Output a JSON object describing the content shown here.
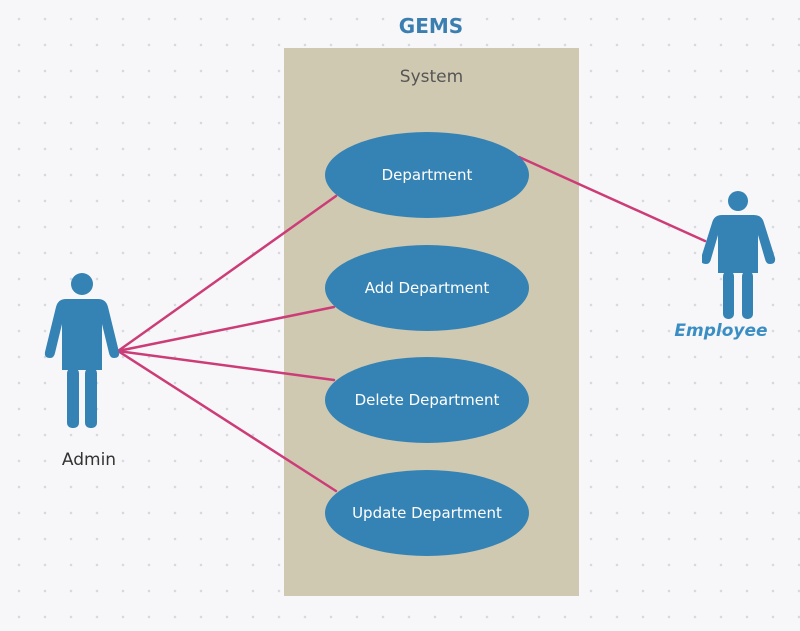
{
  "diagram": {
    "title": "GEMS",
    "system_label": "System",
    "use_cases": [
      {
        "label": "Department"
      },
      {
        "label": "Add Department"
      },
      {
        "label": "Delete Department"
      },
      {
        "label": "Update Department"
      }
    ],
    "actors": {
      "admin": {
        "label": "Admin"
      },
      "employee": {
        "label": "Employee"
      }
    }
  },
  "colors": {
    "title": "#3a7fb0",
    "system_box": "#d0c9b2",
    "use_case_fill": "#3583b4",
    "actor_fill": "#3583b4",
    "association_line": "#cc3d78",
    "employee_label": "#3a8ec4"
  },
  "icons": {
    "admin": "person-icon",
    "employee": "person-icon"
  }
}
